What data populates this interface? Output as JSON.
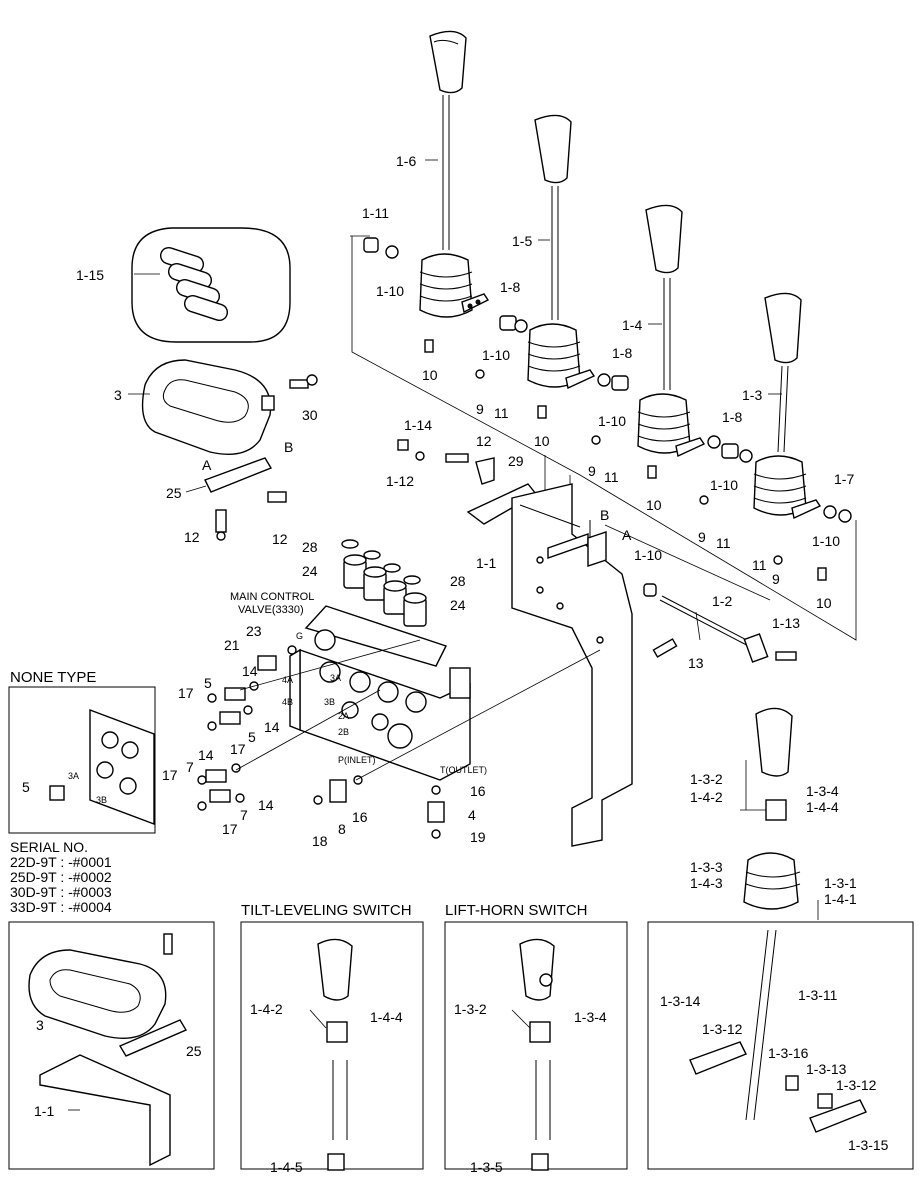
{
  "labels": {
    "l1_6": "1-6",
    "l1_5": "1-5",
    "l1_4": "1-4",
    "l1_3": "1-3",
    "l1_11": "1-11",
    "l1_10a": "1-10",
    "l1_10b": "1-10",
    "l1_10c": "1-10",
    "l1_10d": "1-10",
    "l1_10e": "1-10",
    "l1_10f": "1-10",
    "l1_8a": "1-8",
    "l1_8b": "1-8",
    "l1_8c": "1-8",
    "l1_7": "1-7",
    "l1_15": "1-15",
    "l3": "3",
    "l30": "30",
    "lB": "B",
    "lA": "A",
    "l25": "25",
    "l12a": "12",
    "l12b": "12",
    "l12c": "12",
    "l1_14": "1-14",
    "l1_12": "1-12",
    "l29": "29",
    "l1_1": "1-1",
    "lB2": "B",
    "lA2": "A",
    "l1_2": "1-2",
    "l1_13": "1-13",
    "l13": "13",
    "l10a": "10",
    "l10b": "10",
    "l10c": "10",
    "l10d": "10",
    "l9a": "9",
    "l9b": "9",
    "l9c": "9",
    "l9d": "9",
    "l11a": "11",
    "l11b": "11",
    "l11c": "11",
    "l11d": "11",
    "l28a": "28",
    "l28b": "28",
    "l24a": "24",
    "l24b": "24",
    "mcv1": "MAIN CONTROL",
    "mcv2": "VALVE(3330)",
    "l21": "21",
    "l23": "23",
    "lG": "G",
    "l14a": "14",
    "l14b": "14",
    "l14c": "14",
    "l14d": "14",
    "l5a": "5",
    "l5b": "5",
    "l17a": "17",
    "l17b": "17",
    "l17c": "17",
    "l17d": "17",
    "l7a": "7",
    "l7b": "7",
    "l4A": "4A",
    "l4B": "4B",
    "l3A": "3A",
    "l3B": "3B",
    "l2A": "2A",
    "l2B": "2B",
    "pinlet": "P(INLET)",
    "toutlet": "T(OUTLET)",
    "l16a": "16",
    "l16b": "16",
    "l18": "18",
    "l8": "8",
    "l4": "4",
    "l19": "19",
    "l1_3_2": "1-3-2",
    "l1_4_2": "1-4-2",
    "l1_3_4": "1-3-4",
    "l1_4_4": "1-4-4",
    "l1_3_3": "1-3-3",
    "l1_4_3": "1-4-3",
    "l1_3_1": "1-3-1",
    "l1_4_1": "1-4-1",
    "l1_3_11": "1-3-11",
    "l1_3_14": "1-3-14",
    "l1_3_12a": "1-3-12",
    "l1_3_12b": "1-3-12",
    "l1_3_16": "1-3-16",
    "l1_3_13": "1-3-13",
    "l1_3_15": "1-3-15",
    "t1_4_2": "1-4-2",
    "t1_4_4": "1-4-4",
    "t1_4_5": "1-4-5",
    "h1_3_2": "1-3-2",
    "h1_3_4": "1-3-4",
    "h1_3_5": "1-3-5",
    "n5": "5",
    "n3A": "3A",
    "n3B": "3B",
    "s3": "3",
    "s25": "25",
    "s1_1": "1-1"
  },
  "headings": {
    "none_type": "NONE TYPE",
    "serial_title": "SERIAL NO.",
    "serial_lines": [
      "22D-9T : -#0001",
      "25D-9T : -#0002",
      "30D-9T : -#0003",
      "33D-9T : -#0004"
    ],
    "tilt": "TILT-LEVELING SWITCH",
    "lift": "LIFT-HORN SWITCH"
  }
}
